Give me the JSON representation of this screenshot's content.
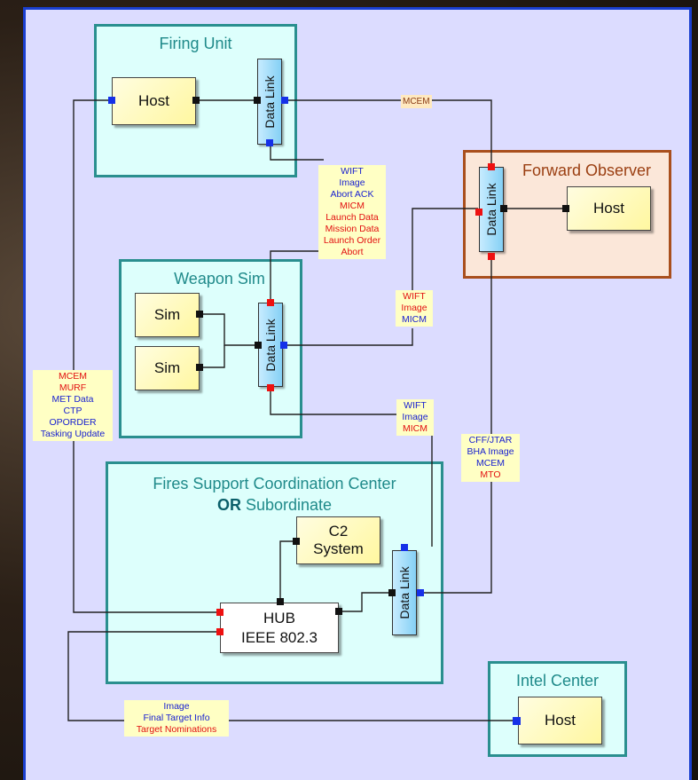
{
  "groups": {
    "firing_unit": "Firing Unit",
    "forward_observer": "Forward Observer",
    "weapon_sim": "Weapon Sim",
    "fscc_line1": "Fires Support Coordination Center",
    "fscc_or": "OR",
    "fscc_sub": "Subordinate",
    "intel_center": "Intel Center"
  },
  "nodes": {
    "host": "Host",
    "data_link": "Data Link",
    "sim": "Sim",
    "c2_line1": "C2",
    "c2_line2": "System",
    "hub_line1": "HUB",
    "hub_line2": "IEEE 802.3"
  },
  "labels": {
    "mcem_top": "MCEM",
    "fu_to_fo": [
      "WIFT",
      "Image",
      "Abort ACK",
      "MICM",
      "Launch Data",
      "Mission Data",
      "Launch Order",
      "Abort"
    ],
    "ws_to_fo": [
      "WIFT",
      "Image",
      "MICM"
    ],
    "ws_to_fscc": [
      "WIFT",
      "Image",
      "MICM"
    ],
    "fu_to_hub": [
      "MCEM",
      "MURF",
      "MET Data",
      "CTP",
      "OPORDER",
      "Tasking Update"
    ],
    "fo_to_fscc": [
      "CFF/JTAR",
      "BHA Image",
      "MCEM",
      "MTO"
    ],
    "hub_to_intel": [
      "Image",
      "Final Target Info",
      "Target Nominations"
    ]
  },
  "colors": {
    "panel_border": "#1a3fd0",
    "panel_fill": "#dcdcff",
    "group_border": "#2a8f8f",
    "fo_border": "#a94f1d",
    "port_blue": "#1530e8",
    "port_red": "#ee1111"
  }
}
